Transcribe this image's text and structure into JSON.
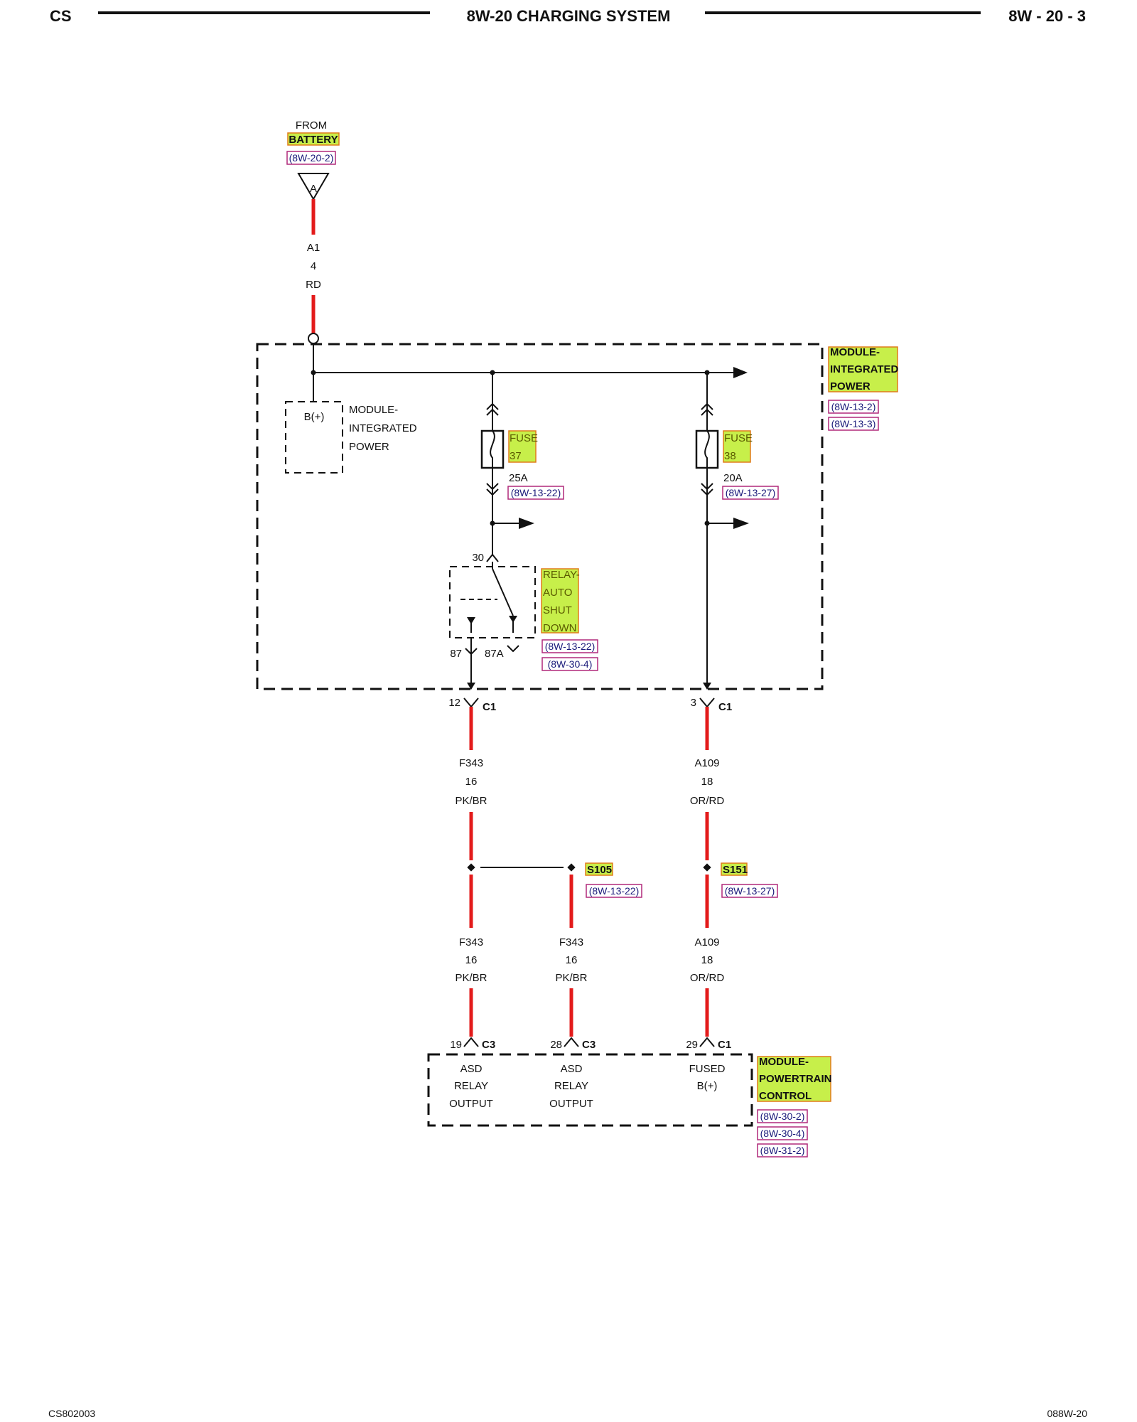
{
  "header": {
    "left": "CS",
    "title": "8W-20 CHARGING SYSTEM",
    "right": "8W - 20 - 3"
  },
  "footer": {
    "left": "CS802003",
    "right": "088W-20"
  },
  "battery": {
    "from": "FROM",
    "name": "BATTERY",
    "ref": "(8W-20-2)",
    "connector": "A"
  },
  "wire_a1": {
    "circuit": "A1",
    "gauge": "4",
    "color": "RD"
  },
  "ipm": {
    "title_lines": [
      "MODULE-",
      "INTEGRATED",
      "POWER"
    ],
    "refs": [
      "(8W-13-2)",
      "(8W-13-3)"
    ],
    "internal_label_lines": [
      "MODULE-",
      "INTEGRATED",
      "POWER"
    ],
    "bplus": "B(+)"
  },
  "fuse37": {
    "label": "FUSE",
    "number": "37",
    "rating": "25A",
    "ref": "(8W-13-22)"
  },
  "fuse38": {
    "label": "FUSE",
    "number": "38",
    "rating": "20A",
    "ref": "(8W-13-27)"
  },
  "relay": {
    "name_lines": [
      "RELAY-",
      "AUTO",
      "SHUT",
      "DOWN"
    ],
    "refs": [
      "(8W-13-22)",
      "(8W-30-4)"
    ],
    "pin30": "30",
    "pin87": "87",
    "pin87a": "87A"
  },
  "c1_left": {
    "pin": "12",
    "conn": "C1"
  },
  "c1_right": {
    "pin": "3",
    "conn": "C1"
  },
  "wire_f343_top": {
    "circuit": "F343",
    "gauge": "16",
    "color": "PK/BR"
  },
  "wire_a109_top": {
    "circuit": "A109",
    "gauge": "18",
    "color": "OR/RD"
  },
  "splice_s105": {
    "name": "S105",
    "ref": "(8W-13-22)"
  },
  "splice_s151": {
    "name": "S151",
    "ref": "(8W-13-27)"
  },
  "wire_f343_b1": {
    "circuit": "F343",
    "gauge": "16",
    "color": "PK/BR"
  },
  "wire_f343_b2": {
    "circuit": "F343",
    "gauge": "16",
    "color": "PK/BR"
  },
  "wire_a109_b": {
    "circuit": "A109",
    "gauge": "18",
    "color": "OR/RD"
  },
  "pcm": {
    "title_lines": [
      "MODULE-",
      "POWERTRAIN",
      "CONTROL"
    ],
    "refs": [
      "(8W-30-2)",
      "(8W-30-4)",
      "(8W-31-2)"
    ],
    "pin1": {
      "pin": "19",
      "conn": "C3",
      "lines": [
        "ASD",
        "RELAY",
        "OUTPUT"
      ]
    },
    "pin2": {
      "pin": "28",
      "conn": "C3",
      "lines": [
        "ASD",
        "RELAY",
        "OUTPUT"
      ]
    },
    "pin3": {
      "pin": "29",
      "conn": "C1",
      "lines": [
        "FUSED",
        "B(+)"
      ]
    }
  },
  "colors": {
    "wire": "#e31b1b",
    "highlight": "#c7ef4a",
    "ref_box": "#b0287a"
  }
}
